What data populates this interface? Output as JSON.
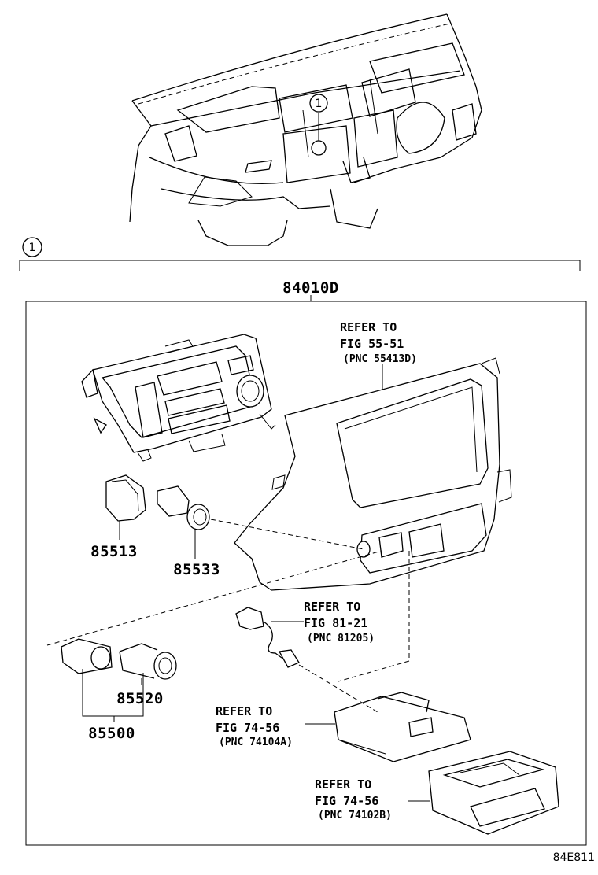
{
  "callout_marker": "1",
  "section_marker": "1",
  "assembly_part": "84010D",
  "refs": [
    {
      "l1": "REFER TO",
      "l2": "FIG 55-51",
      "l3": "(PNC 55413D)"
    },
    {
      "l1": "REFER TO",
      "l2": "FIG 81-21",
      "l3": "(PNC 81205)"
    },
    {
      "l1": "REFER TO",
      "l2": "FIG 74-56",
      "l3": "(PNC 74104A)"
    },
    {
      "l1": "REFER TO",
      "l2": "FIG 74-56",
      "l3": "(PNC 74102B)"
    }
  ],
  "parts": [
    "85513",
    "85533",
    "85520",
    "85500"
  ],
  "diagram_code": "84E811"
}
